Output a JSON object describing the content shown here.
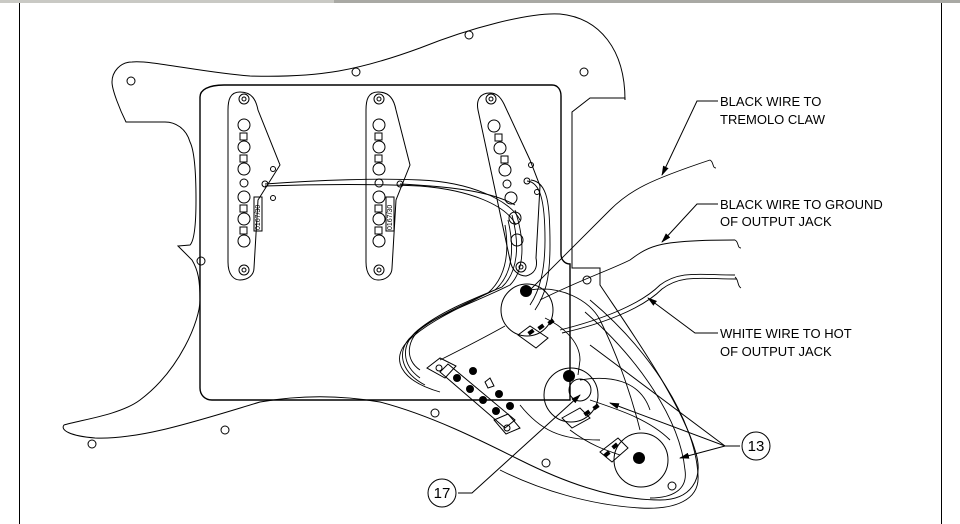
{
  "viewer": {
    "scrollbar": "horizontal-scrollbar"
  },
  "diagram": {
    "subject": "Stratocaster pickguard wiring",
    "pickup_labels": [
      "0167/30",
      "0167/30"
    ],
    "callouts": {
      "tremolo": {
        "line1": "BLACK WIRE TO",
        "line2": "TREMOLO CLAW"
      },
      "ground": {
        "line1": "BLACK WIRE TO GROUND",
        "line2": "OF OUTPUT JACK"
      },
      "hot": {
        "line1": "WHITE WIRE TO HOT",
        "line2": "OF OUTPUT JACK"
      }
    },
    "part_numbers": {
      "pots": "13",
      "capacitor": "17"
    },
    "colors": {
      "line": "#000000",
      "background": "#ffffff",
      "scrollbar": "#a9a9a4"
    }
  }
}
